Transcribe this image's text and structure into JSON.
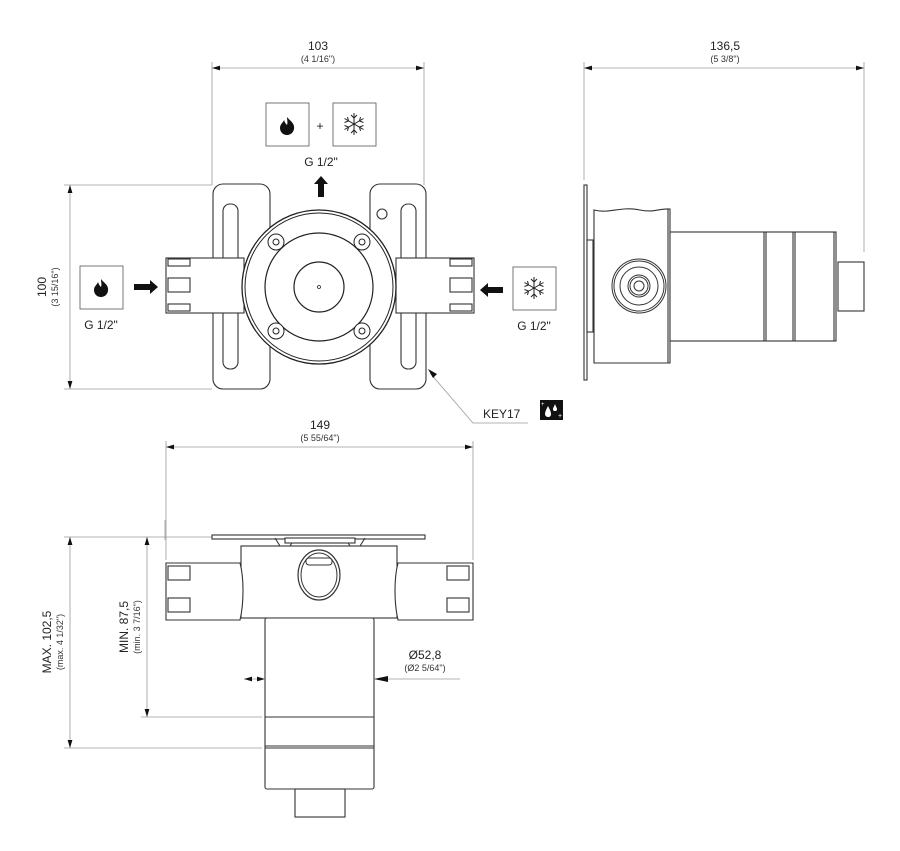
{
  "drawing": {
    "type": "technical-dimension-drawing",
    "units": "mm (inches)",
    "views": [
      "front-view",
      "side-view",
      "top-view"
    ]
  },
  "front_view": {
    "width_dim": {
      "value": "103",
      "inch": "(4 1/16\")"
    },
    "height_dim": {
      "value": "100",
      "inch": "(3 15/16\")"
    },
    "outlet": {
      "icons": [
        "flame-icon",
        "snowflake-icon"
      ],
      "plus": "+",
      "thread": "G 1/2\""
    },
    "inlet_hot": {
      "icon": "flame-icon",
      "thread": "G 1/2\""
    },
    "inlet_cold": {
      "icon": "snowflake-icon",
      "thread": "G 1/2\""
    },
    "key_label": "KEY17",
    "key_icon": "water-drops-icon"
  },
  "side_view": {
    "width_dim": {
      "value": "136,5",
      "inch": "(5 3/8\")"
    }
  },
  "top_view": {
    "width_dim": {
      "value": "149",
      "inch": "(5 55/64\")"
    },
    "max_depth_dim": {
      "value": "MAX. 102,5",
      "inch": "(max. 4 1/32\")"
    },
    "min_depth_dim": {
      "value": "MIN. 87,5",
      "inch": "(min. 3 7/16\")"
    },
    "diameter_dim": {
      "value": "Ø52,8",
      "inch": "(Ø2 5/64\")"
    }
  },
  "colors": {
    "line": "#333333",
    "dimension": "#9a9a9a",
    "text": "#222222",
    "background": "#ffffff"
  }
}
